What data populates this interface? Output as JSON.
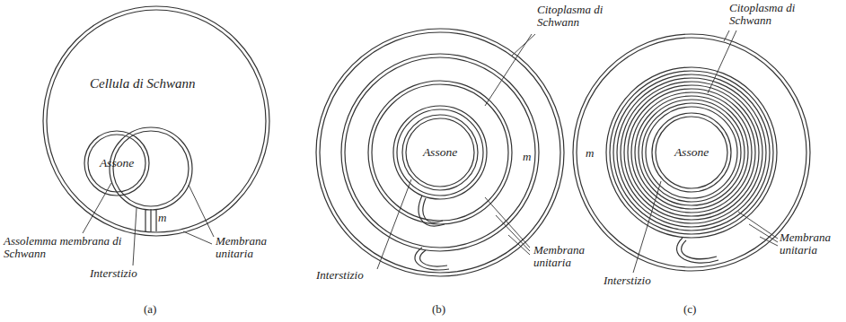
{
  "diagram": {
    "nodes": [
      {
        "text": [
          "Cellula di Schwann"
        ]
      },
      {
        "text": [
          "Assone"
        ],
        "in": 0
      },
      {
        "text": [
          "Assone"
        ]
      },
      {
        "text": [
          "Assone"
        ]
      }
    ],
    "labels": [
      "Assolemma membrana di Schwann",
      "Interstizio",
      "m",
      "Membrana unitaria",
      "(a)",
      "Citoplasma di Schwann",
      "m",
      "Interstizio",
      "Membrana unitaria",
      "(b)",
      "Citoplasma di Schwann",
      "m",
      "Interstizio",
      "Membrana unitaria",
      "(c)"
    ]
  }
}
